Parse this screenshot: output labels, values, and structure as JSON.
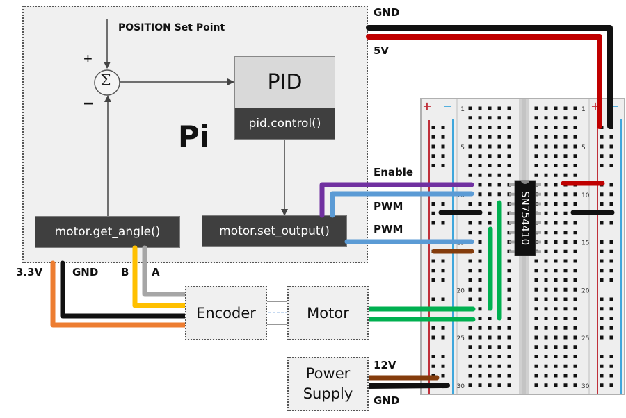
{
  "pi": {
    "title": "Pi",
    "setpoint_label": "POSITION Set Point",
    "sum_symbol": "Σ",
    "plus_sign": "+",
    "minus_sign": "−",
    "pid_title": "PID",
    "pid_function": "pid.control()",
    "get_angle_function": "motor.get_angle()",
    "set_output_function": "motor.set_output()"
  },
  "encoder_wires": {
    "v33_label": "3.3V",
    "gnd_label": "GND",
    "b_label": "B",
    "a_label": "A"
  },
  "components": {
    "encoder": "Encoder",
    "motor": "Motor",
    "power_supply_line1": "Power",
    "power_supply_line2": "Supply"
  },
  "signal_labels": {
    "gnd_top": "GND",
    "v5": "5V",
    "enable": "Enable",
    "pwm1": "PWM",
    "pwm2": "PWM",
    "v12": "12V",
    "gnd_bottom": "GND"
  },
  "breadboard": {
    "chip_label": "SN754410",
    "rail_plus": "+",
    "rail_minus": "−",
    "row_numbers": [
      "1",
      "5",
      "10",
      "15",
      "20",
      "25",
      "30"
    ],
    "rows": 30
  },
  "colors": {
    "gnd": "#111111",
    "v5": "#c00000",
    "enable": "#7030a0",
    "pwm": "#5b9bd5",
    "v12": "#843c0c",
    "motor": "#00b050",
    "v33": "#ed7d31",
    "enc_b": "#ffc000",
    "enc_a": "#a6a6a6"
  }
}
